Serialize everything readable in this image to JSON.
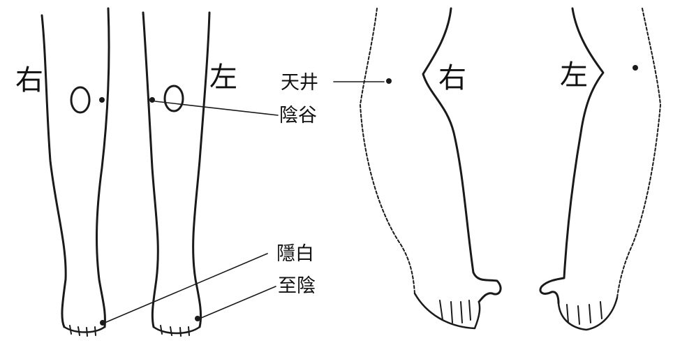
{
  "legs": {
    "right_label": "右",
    "left_label": "左",
    "point_yingu": "陰谷",
    "point_yinbai": "隱白",
    "point_zhiyin": "至陰"
  },
  "arms": {
    "right_label": "右",
    "left_label": "左",
    "point_tianjing": "天井"
  },
  "colors": {
    "ink": "#1a1a1a",
    "paper": "#ffffff"
  }
}
